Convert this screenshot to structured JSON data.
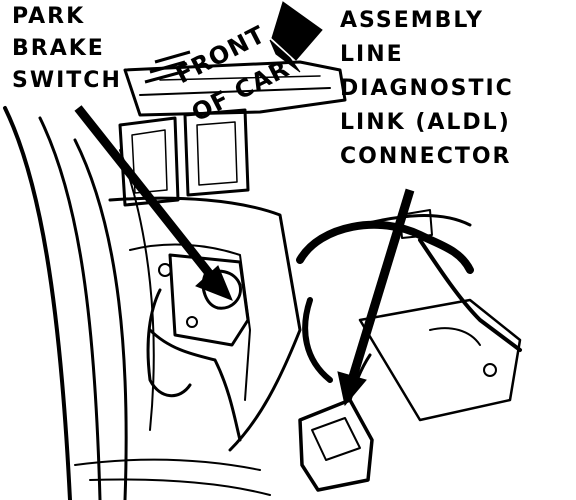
{
  "labels": {
    "park_brake_switch": [
      "PARK",
      "BRAKE",
      "SWITCH"
    ],
    "front_of_car": [
      "FRONT",
      "OF CAR"
    ],
    "aldl_connector": [
      "ASSEMBLY",
      "LINE",
      "DIAGNOSTIC",
      "LINK (ALDL)",
      "CONNECTOR"
    ]
  },
  "colors": {
    "ink": "#000000",
    "paper": "#ffffff"
  }
}
